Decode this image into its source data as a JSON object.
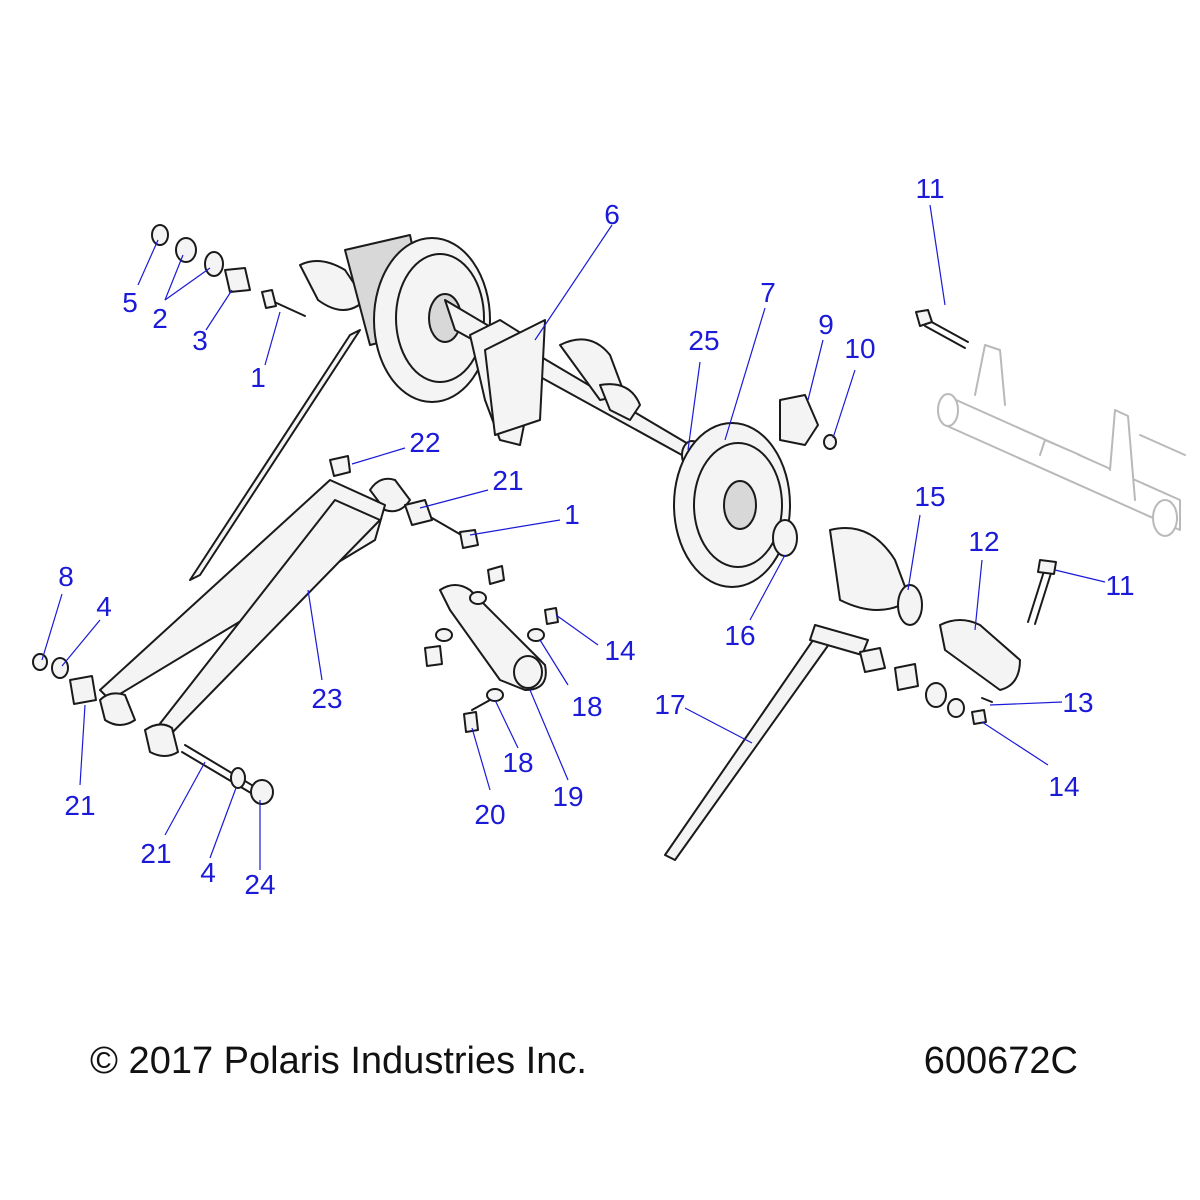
{
  "footer": {
    "copyright": "© 2017 Polaris Industries Inc.",
    "diagram_id": "600672C"
  },
  "colors": {
    "callout": "#1a1ad8",
    "outline": "#1a1a1a",
    "ghost_outline": "#b9b9b9",
    "part_fill": "#f4f4f4"
  },
  "callouts": [
    {
      "id": "c11-top",
      "text": "11"
    },
    {
      "id": "c6",
      "text": "6"
    },
    {
      "id": "c7",
      "text": "7"
    },
    {
      "id": "c25",
      "text": "25"
    },
    {
      "id": "c9",
      "text": "9"
    },
    {
      "id": "c10",
      "text": "10"
    },
    {
      "id": "c5",
      "text": "5"
    },
    {
      "id": "c2",
      "text": "2"
    },
    {
      "id": "c3",
      "text": "3"
    },
    {
      "id": "c1-top",
      "text": "1"
    },
    {
      "id": "c22",
      "text": "22"
    },
    {
      "id": "c21-mid",
      "text": "21"
    },
    {
      "id": "c1-mid",
      "text": "1"
    },
    {
      "id": "c15",
      "text": "15"
    },
    {
      "id": "c12",
      "text": "12"
    },
    {
      "id": "c11-mid",
      "text": "11"
    },
    {
      "id": "c8",
      "text": "8"
    },
    {
      "id": "c4-left",
      "text": "4"
    },
    {
      "id": "c16",
      "text": "16"
    },
    {
      "id": "c14-top",
      "text": "14"
    },
    {
      "id": "c18-right",
      "text": "18"
    },
    {
      "id": "c23",
      "text": "23"
    },
    {
      "id": "c17",
      "text": "17"
    },
    {
      "id": "c13",
      "text": "13"
    },
    {
      "id": "c18-left",
      "text": "18"
    },
    {
      "id": "c21-left",
      "text": "21"
    },
    {
      "id": "c19",
      "text": "19"
    },
    {
      "id": "c14-bottom",
      "text": "14"
    },
    {
      "id": "c20",
      "text": "20"
    },
    {
      "id": "c21-bottom",
      "text": "21"
    },
    {
      "id": "c4-bottom",
      "text": "4"
    },
    {
      "id": "c24",
      "text": "24"
    }
  ]
}
